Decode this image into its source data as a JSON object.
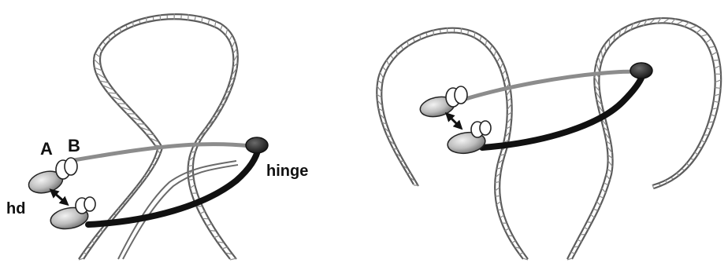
{
  "labels": {
    "head_a": "A",
    "head_b": "B",
    "head_domain": "hd",
    "hinge": "hinge"
  },
  "colors": {
    "dna_strand": "#5a5a5a",
    "dna_fill": "#ffffff",
    "arm_light": "#8c8c8c",
    "arm_dark": "#111111",
    "head_light": "#c8c8c8",
    "head_dark": "#2a2a2a",
    "outline": "#1a1a1a"
  },
  "panels": [
    {
      "id": "single-loop",
      "head_labels": true
    },
    {
      "id": "double-loop",
      "head_labels": false
    }
  ]
}
